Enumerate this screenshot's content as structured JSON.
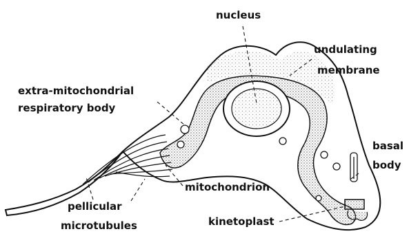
{
  "diagram": {
    "labels": {
      "nucleus": "nucleus",
      "undulating_membrane_line1": "undulating",
      "undulating_membrane_line2": "membrane",
      "extra_mito_line1": "extra-mitochondrial",
      "extra_mito_line2": "respiratory body",
      "basal_body_line1": "basal",
      "basal_body_line2": "body",
      "mitochondrion": "mitochondrion",
      "pellicular_line1": "pellicular",
      "pellicular_line2": "microtubules",
      "kinetoplast": "kinetoplast"
    },
    "colors": {
      "ink": "#111111",
      "background": "#ffffff",
      "stipple": "#bdbdbd"
    }
  }
}
